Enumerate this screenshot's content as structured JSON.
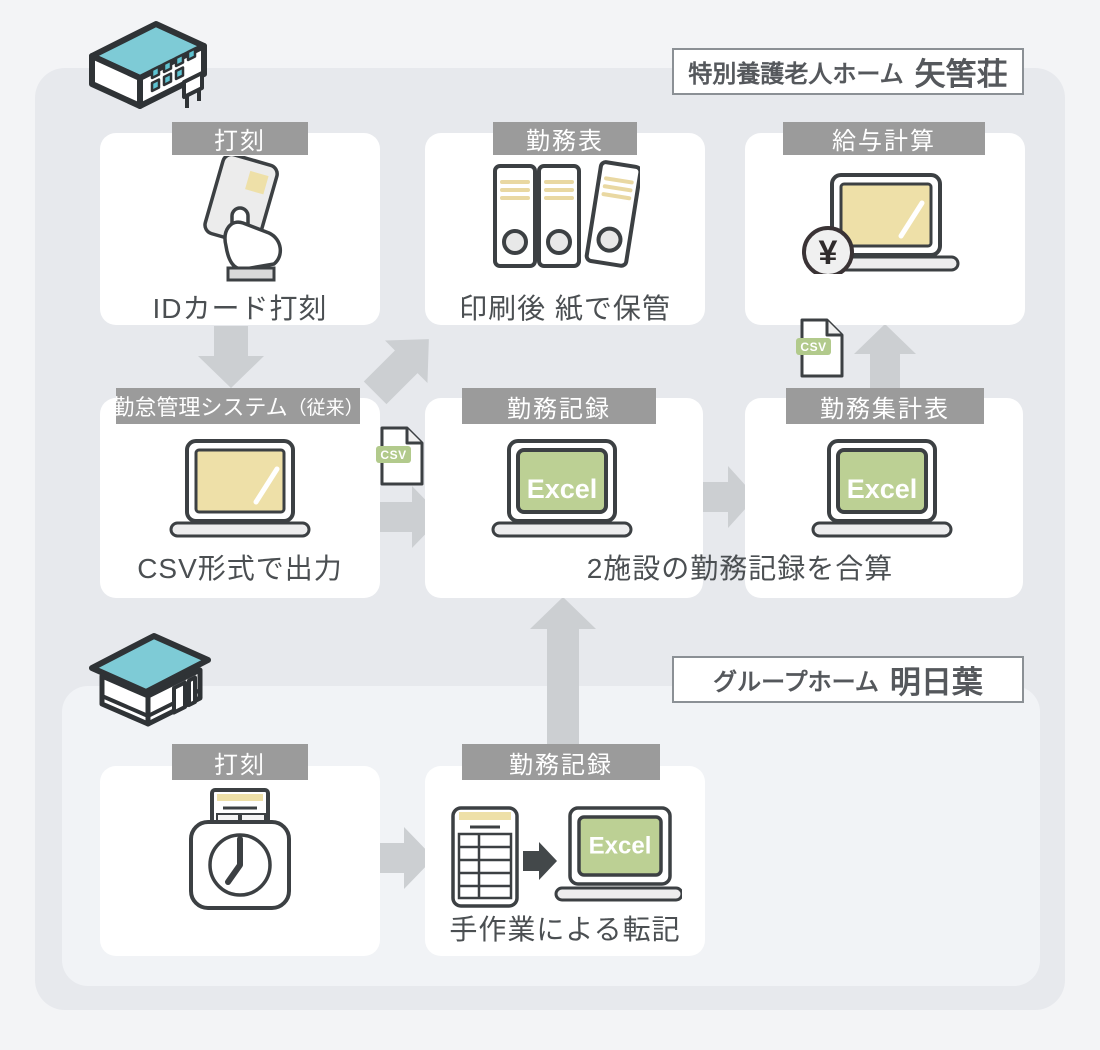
{
  "colors": {
    "page_bg": "#f3f4f6",
    "panel_bg": "#e7e9ed",
    "subpanel_bg": "#f1f3f6",
    "card_bg": "#ffffff",
    "band_bg": "#9b9b9b",
    "band_text": "#ffffff",
    "caption_text": "#4b4f52",
    "arrow": "#cccfd2",
    "outline": "#3c4043",
    "teal": "#7ecbd6",
    "beige": "#eee0a8",
    "excel_green": "#bcd094",
    "csv_green": "#b2ca8c"
  },
  "facilities": {
    "top": {
      "type": "特別養護老人ホーム",
      "name": "矢筈荘"
    },
    "bottom": {
      "type": "グループホーム",
      "name": "明日葉"
    }
  },
  "cards": {
    "punch_top": {
      "header": "打刻",
      "caption": "IDカード打刻"
    },
    "roster": {
      "header": "勤務表",
      "caption": "印刷後 紙で保管"
    },
    "payroll": {
      "header": "給与計算"
    },
    "attendance_system": {
      "header_main": "勤怠管理システム",
      "header_sub": "（従来）",
      "caption": "CSV形式で出力"
    },
    "work_record_top": {
      "header": "勤務記録"
    },
    "work_summary": {
      "header": "勤務集計表"
    },
    "merge_caption": "2施設の勤務記録を合算",
    "punch_bottom": {
      "header": "打刻"
    },
    "work_record_bottom": {
      "header": "勤務記録",
      "caption": "手作業による転記"
    }
  },
  "icons": {
    "excel_label": "Excel",
    "csv_label": "CSV",
    "yen_symbol": "¥"
  }
}
